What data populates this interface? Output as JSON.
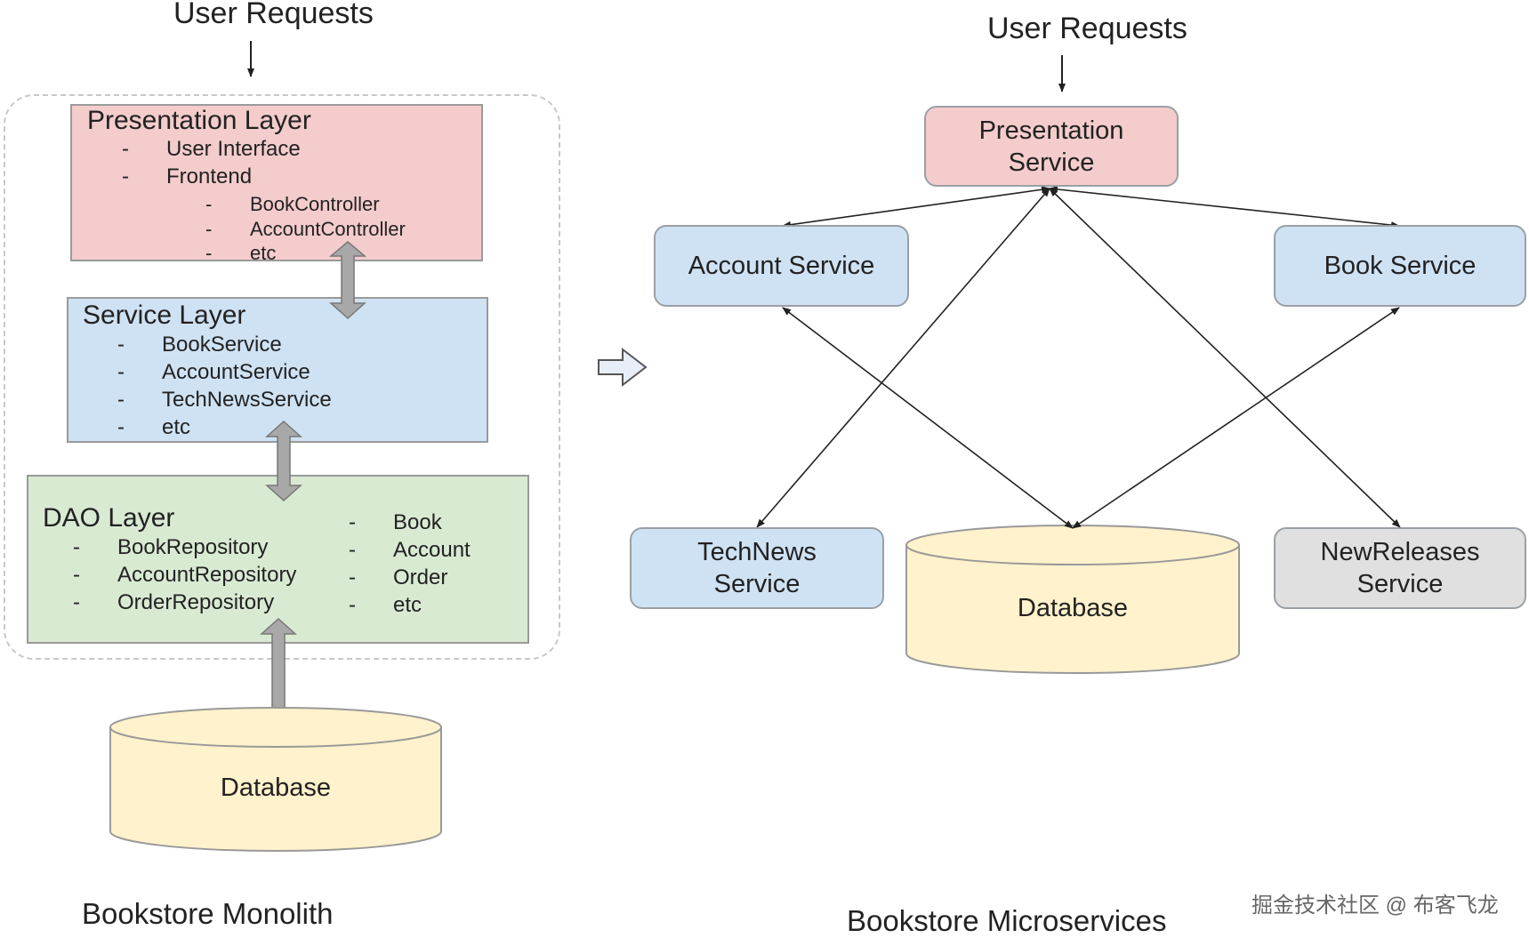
{
  "monolith": {
    "request_label": "User Requests",
    "caption": "Bookstore Monolith",
    "presentation": {
      "title": "Presentation Layer",
      "items": [
        "User Interface",
        "Frontend"
      ],
      "subitems": [
        "BookController",
        "AccountController",
        "etc"
      ],
      "color": "#f4cccc"
    },
    "service": {
      "title": "Service Layer",
      "items": [
        "BookService",
        "AccountService",
        "TechNewsService",
        "etc"
      ],
      "color": "#cfe2f3"
    },
    "dao": {
      "title": "DAO Layer",
      "items": [
        "BookRepository",
        "AccountRepository",
        "OrderRepository"
      ],
      "entities": [
        "Book",
        "Account",
        "Order",
        "etc"
      ],
      "color": "#d9ead3"
    },
    "database": {
      "label": "Database",
      "color": "#fff2cc"
    },
    "dash": "-"
  },
  "microservices": {
    "request_label": "User Requests",
    "caption": "Bookstore Microservices",
    "presentation_service": [
      "Presentation",
      "Service"
    ],
    "account_service": "Account Service",
    "book_service": "Book Service",
    "technews_service": [
      "TechNews",
      "Service"
    ],
    "newreleases_service": [
      "NewReleases",
      "Service"
    ],
    "database": "Database"
  },
  "watermark": "掘金技术社区 @ 布客飞龙",
  "colors": {
    "pink": "#f4cccc",
    "blue": "#cfe2f3",
    "green": "#d9ead3",
    "yellow": "#fff2cc",
    "gray": "#e0e0e0"
  }
}
